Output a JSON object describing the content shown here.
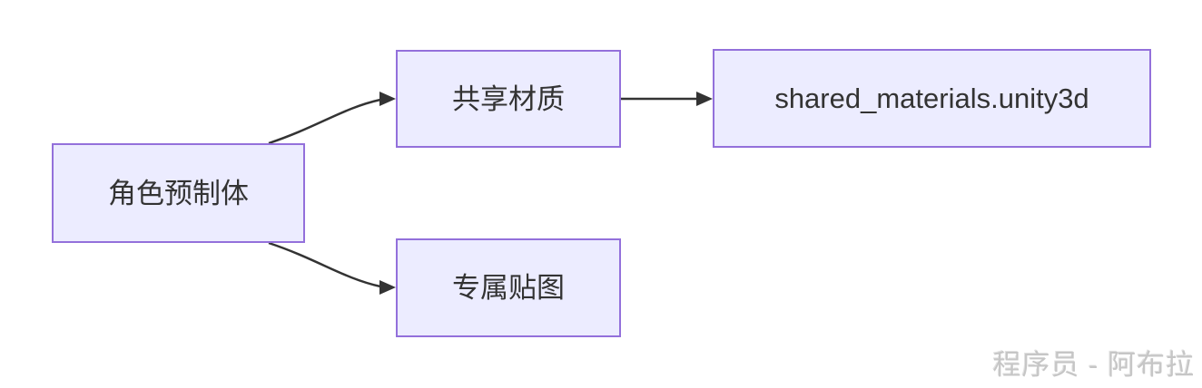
{
  "diagram": {
    "type": "flowchart",
    "direction": "left-to-right",
    "nodes": [
      {
        "id": "character-prefab",
        "label": "角色预制体"
      },
      {
        "id": "shared-material",
        "label": "共享材质"
      },
      {
        "id": "shared-materials-file",
        "label": "shared_materials.unity3d"
      },
      {
        "id": "exclusive-texture",
        "label": "专属贴图"
      }
    ],
    "edges": [
      {
        "from": "character-prefab",
        "to": "shared-material",
        "style": "curved-arrow"
      },
      {
        "from": "shared-material",
        "to": "shared-materials-file",
        "style": "straight-arrow"
      },
      {
        "from": "character-prefab",
        "to": "exclusive-texture",
        "style": "curved-arrow"
      }
    ],
    "colors": {
      "node_fill": "#ECECFF",
      "node_border": "#9370DB",
      "edge_stroke": "#333333",
      "node_text": "#333333",
      "watermark_text": "#c6c6c6",
      "background": "#ffffff"
    }
  },
  "watermark": {
    "text": "程序员 - 阿布拉"
  }
}
